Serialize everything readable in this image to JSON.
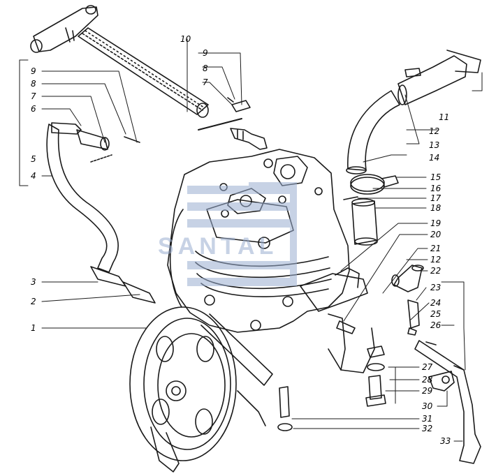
{
  "watermark": {
    "text": "SANTAL",
    "color": "#9aaed0"
  },
  "ink_color": "#1a1a1a",
  "callouts": {
    "c1": "1",
    "c2": "2",
    "c3": "3",
    "c4": "4",
    "c5": "5",
    "c6": "6",
    "c7a": "7",
    "c8a": "8",
    "c9a": "9",
    "c7b": "7",
    "c8b": "8",
    "c9b": "9",
    "c10": "10",
    "c11": "11",
    "c12a": "12",
    "c13": "13",
    "c14": "14",
    "c15": "15",
    "c16": "16",
    "c17": "17",
    "c18": "18",
    "c19": "19",
    "c20": "20",
    "c21": "21",
    "c12b": "12",
    "c22": "22",
    "c23": "23",
    "c24": "24",
    "c25": "25",
    "c26": "26",
    "c27": "27",
    "c28": "28",
    "c29": "29",
    "c30": "30",
    "c31": "31",
    "c32": "32",
    "c33": "33"
  }
}
